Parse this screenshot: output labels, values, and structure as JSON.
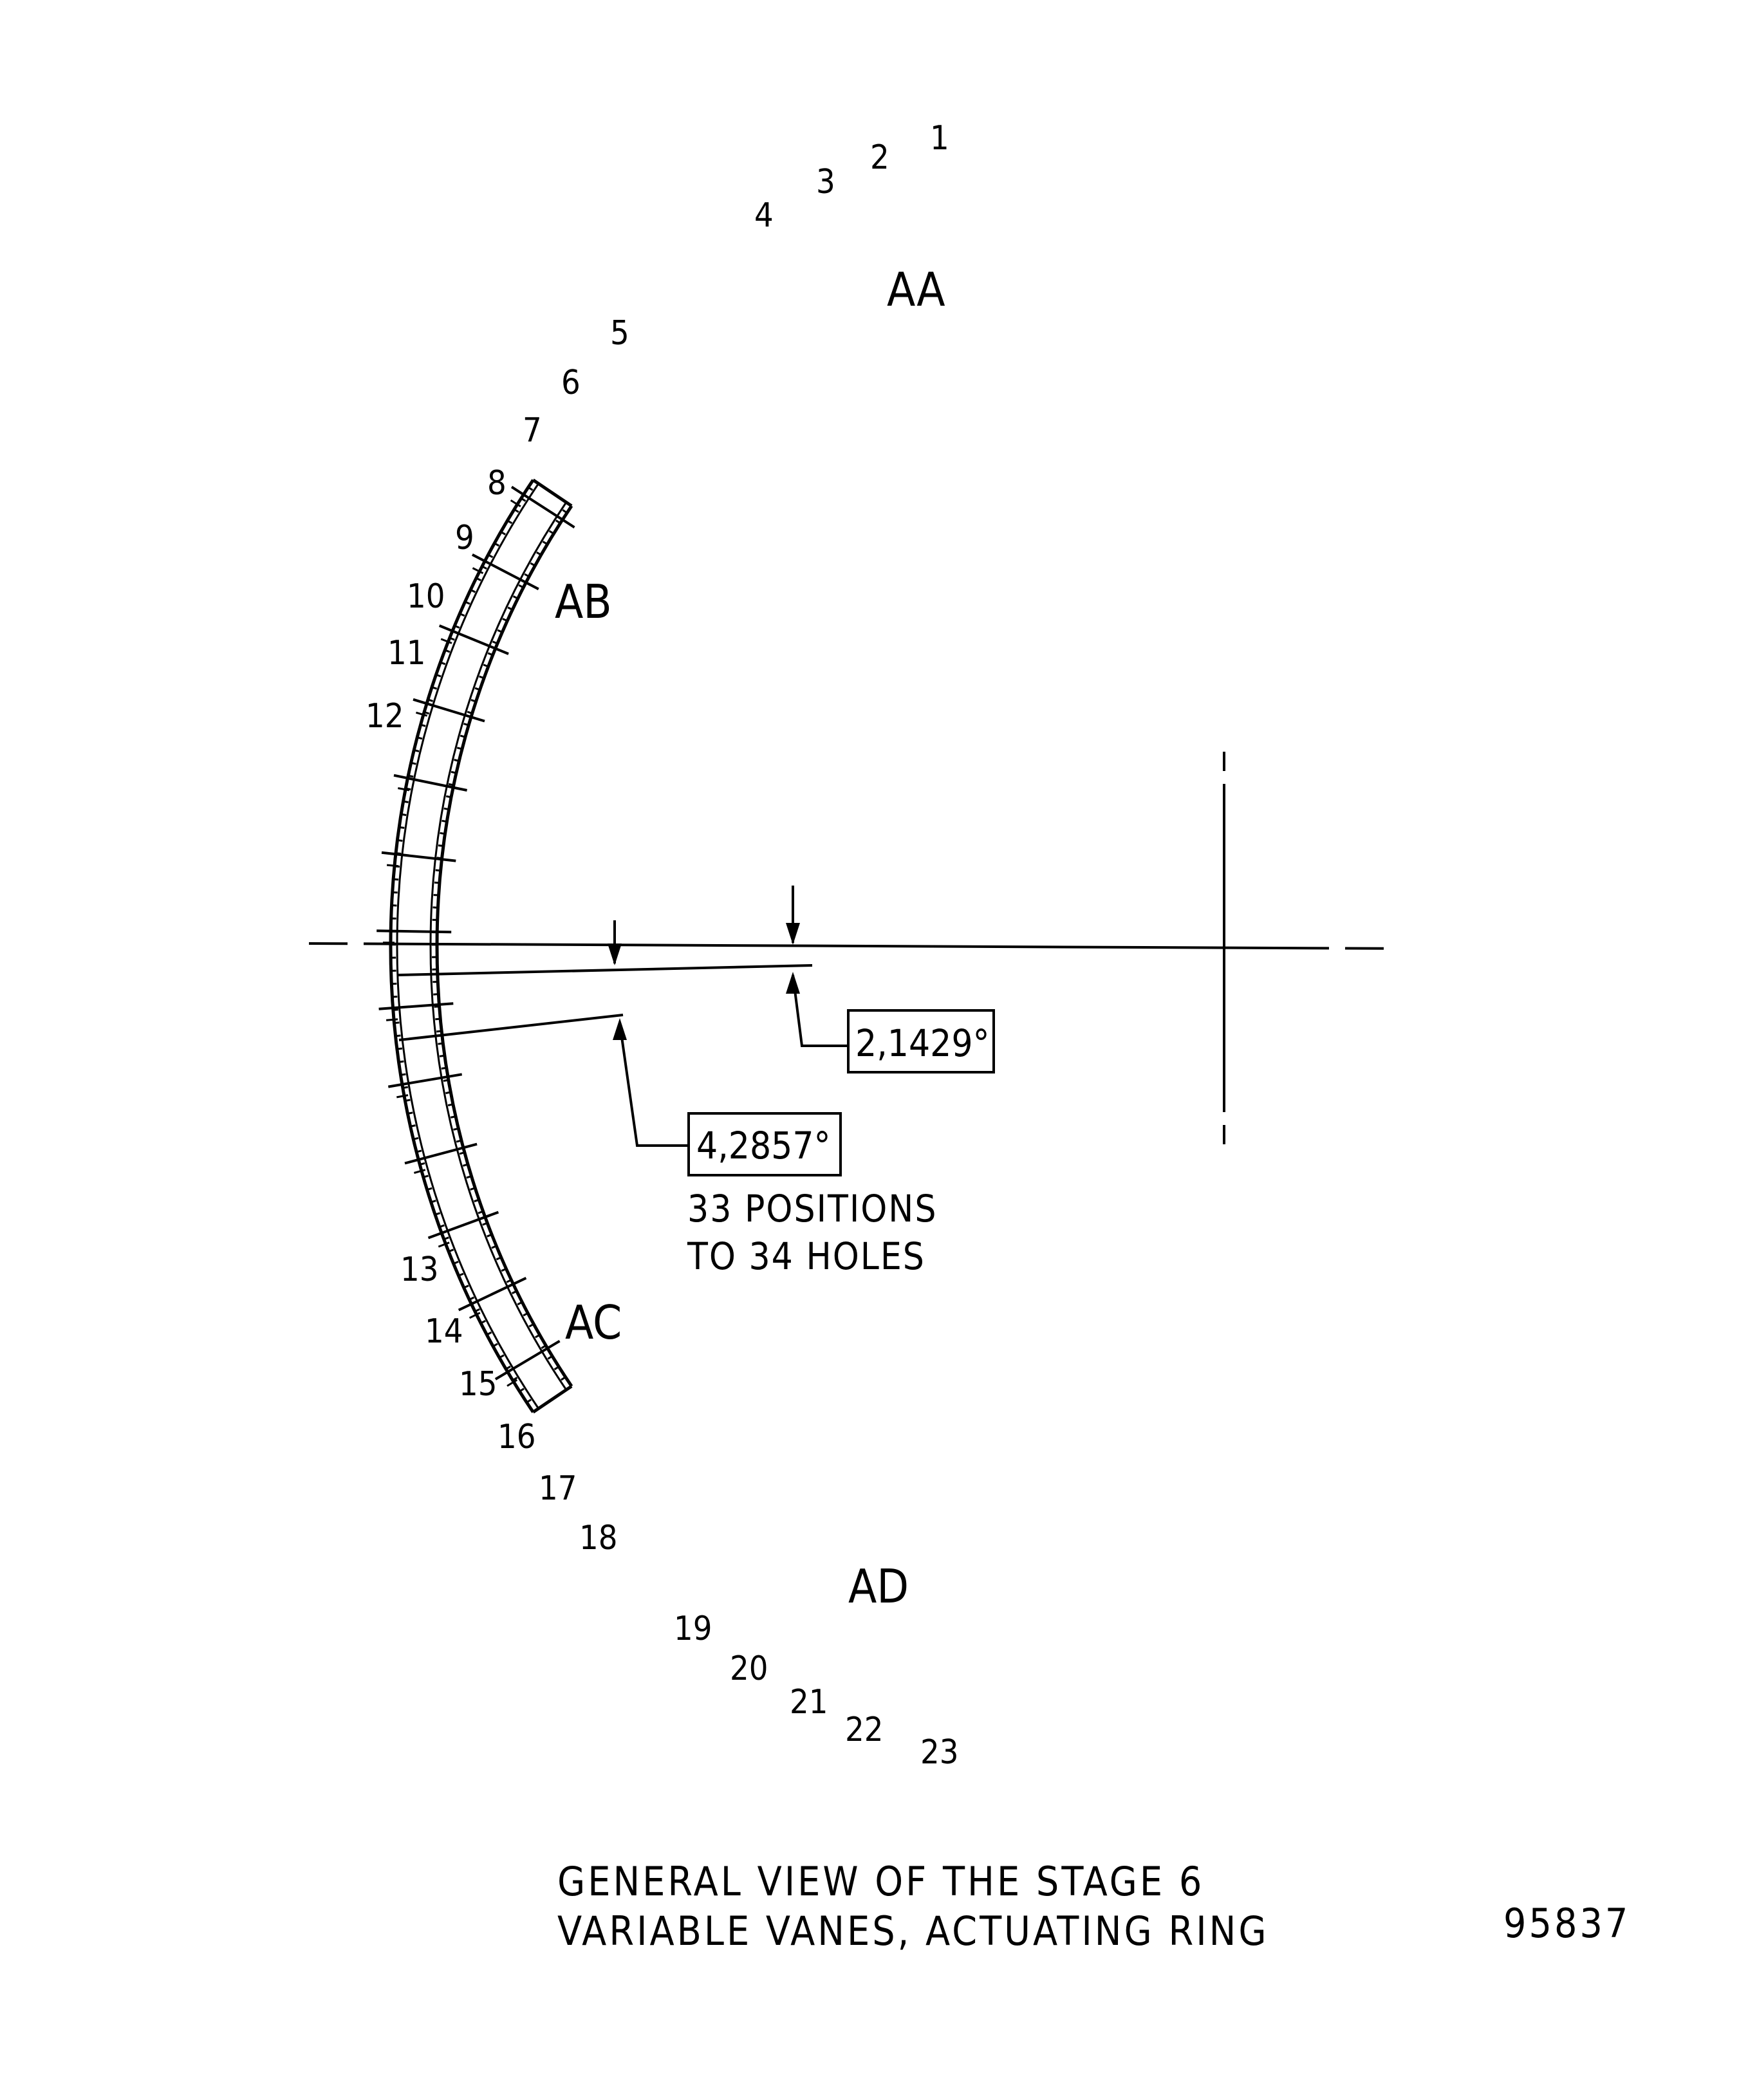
{
  "drawing": {
    "position_labels": [
      "1",
      "2",
      "3",
      "4",
      "5",
      "6",
      "7",
      "8",
      "9",
      "10",
      "11",
      "12",
      "13",
      "14",
      "15",
      "16",
      "17",
      "18",
      "19",
      "20",
      "21",
      "22",
      "23"
    ],
    "zone_labels": [
      "AA",
      "AB",
      "AC",
      "AD"
    ],
    "dimension_small": "2,1429°",
    "dimension_large": "4,2857°",
    "note_line_1": "33 POSITIONS",
    "note_line_2": "TO 34 HOLES",
    "caption_line_1": "GENERAL VIEW OF THE STAGE 6",
    "caption_line_2": "VARIABLE VANES, ACTUATING RING",
    "figure_number": "95837",
    "line_color": "#000000",
    "background_color": "#ffffff"
  }
}
